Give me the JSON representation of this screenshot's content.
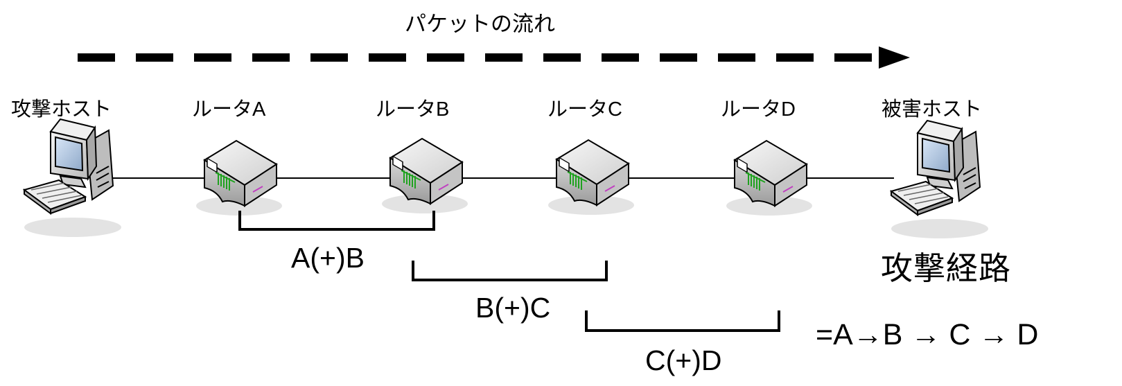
{
  "title": "パケットの流れ",
  "nodes": {
    "attacker": "攻撃ホスト",
    "router_a": "ルータA",
    "router_b": "ルータB",
    "router_c": "ルータC",
    "router_d": "ルータD",
    "victim": "被害ホスト"
  },
  "pairs": [
    "A(+)B",
    "B(+)C",
    "C(+)D"
  ],
  "route_title": "攻撃経路",
  "route": "=A→B → C → D"
}
